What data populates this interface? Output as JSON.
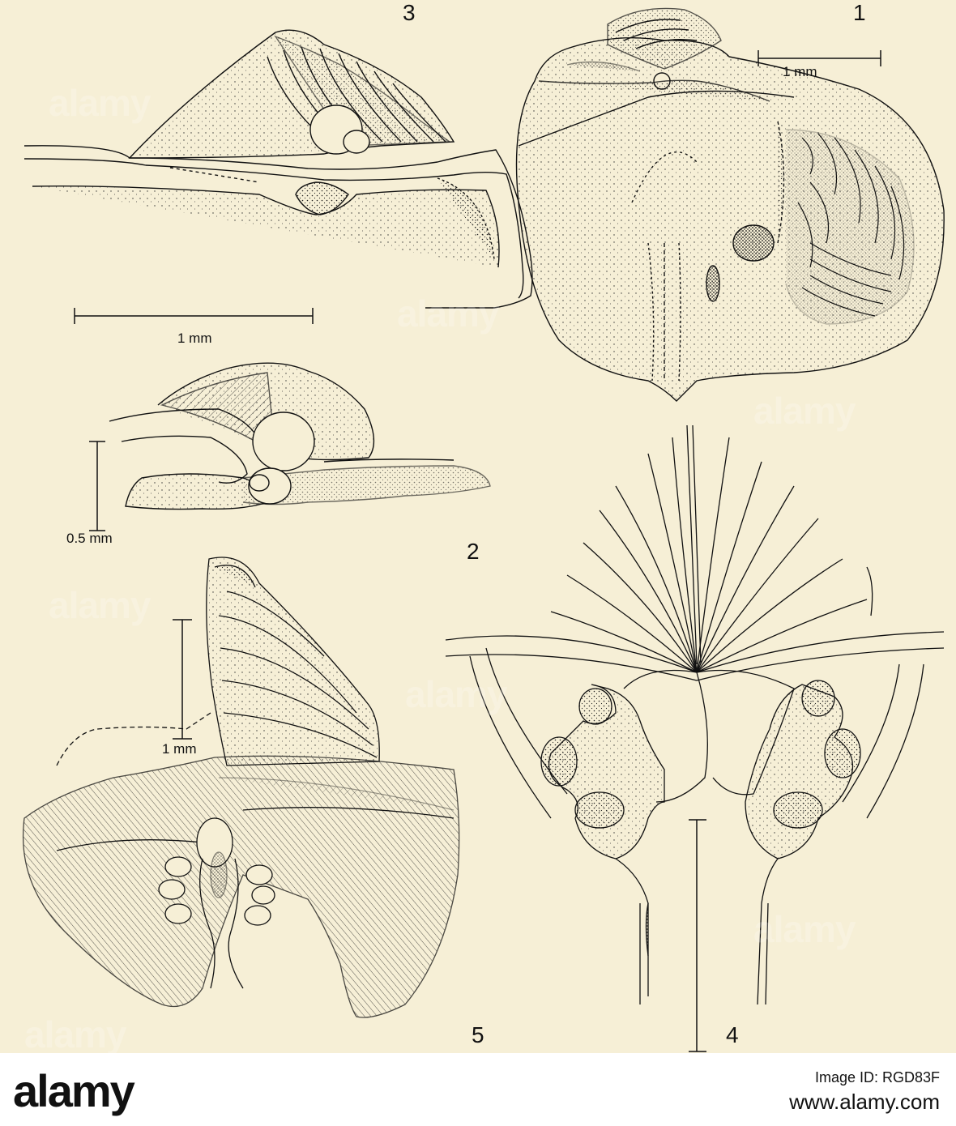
{
  "figures": {
    "fig1": {
      "number": "1",
      "scale": "1 mm"
    },
    "fig2": {
      "number": "2",
      "scale": "0.5 mm"
    },
    "fig3": {
      "number": "3",
      "scale": "1 mm"
    },
    "fig4": {
      "number": "4"
    },
    "fig5": {
      "number": "5",
      "scale": "1 mm"
    }
  },
  "watermark": "alamy",
  "footer": {
    "logo_text": "alamy",
    "image_id_label": "Image ID: RGD83F",
    "url": "www.alamy.com"
  },
  "colors": {
    "paper": "#f6efd6",
    "ink": "#111111",
    "footer_bg": "#ffffff"
  }
}
